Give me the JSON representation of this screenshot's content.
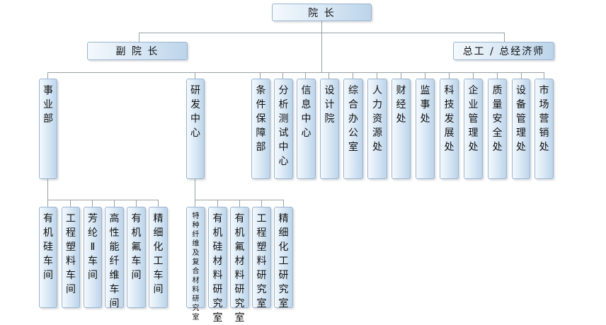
{
  "top": {
    "label": "院 长"
  },
  "level2": [
    {
      "key": "deputy",
      "label": "副 院 长"
    },
    {
      "key": "chief",
      "label": "总工 / 总经济师"
    }
  ],
  "departments": [
    {
      "key": "business",
      "label": "事业部"
    },
    {
      "key": "rnd",
      "label": "研发中心"
    },
    {
      "key": "cond",
      "label": "条件保障部"
    },
    {
      "key": "analysis",
      "label": "分析测试中心"
    },
    {
      "key": "info",
      "label": "信息中心"
    },
    {
      "key": "design",
      "label": "设计院"
    },
    {
      "key": "office",
      "label": "综合办公室"
    },
    {
      "key": "hr",
      "label": "人力资源处"
    },
    {
      "key": "finance",
      "label": "财经处"
    },
    {
      "key": "audit",
      "label": "监事处"
    },
    {
      "key": "tech",
      "label": "科技发展处"
    },
    {
      "key": "mgmt",
      "label": "企业管理处"
    },
    {
      "key": "quality",
      "label": "质量安全处"
    },
    {
      "key": "equip",
      "label": "设备管理处"
    },
    {
      "key": "market",
      "label": "市场营销处"
    }
  ],
  "workshops": [
    {
      "label": "有机硅车间"
    },
    {
      "label": "工程塑料车间"
    },
    {
      "label": "芳纶Ⅱ车间"
    },
    {
      "label": "高性能纤维车间"
    },
    {
      "label": "有机氟车间"
    },
    {
      "label": "精细化工车间"
    }
  ],
  "labs": [
    {
      "label": "特种纤维及复合材料研究室"
    },
    {
      "label": "有机硅材料研究室"
    },
    {
      "label": "有机氟材料研究室"
    },
    {
      "label": "工程塑料研究室"
    },
    {
      "label": "精细化工研究室"
    }
  ]
}
